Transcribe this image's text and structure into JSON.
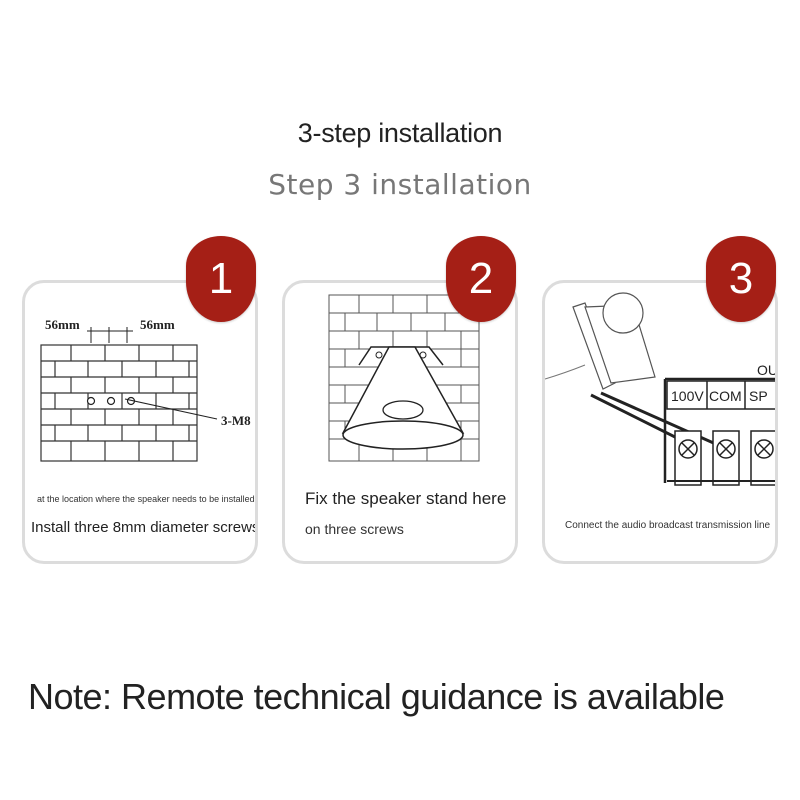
{
  "header": {
    "title": "3-step installation",
    "subtitle": "Step 3 installation"
  },
  "steps": [
    {
      "number": "1",
      "diagram": {
        "left_dim": "56mm",
        "right_dim": "56mm",
        "screw_label": "3-M8"
      },
      "caption_small": "at the location where the speaker needs to be installed",
      "caption": "Install three 8mm diameter screws"
    },
    {
      "number": "2",
      "caption": "Fix the speaker stand here",
      "caption_sub": "on three screws"
    },
    {
      "number": "3",
      "diagram": {
        "terminal_1": "100V",
        "terminal_2": "COM",
        "terminal_3": "SP",
        "header_partial": "OU"
      },
      "caption_small": "Connect the audio broadcast transmission line"
    }
  ],
  "footer": {
    "note": "Note: Remote technical guidance is available"
  },
  "colors": {
    "badge": "#a51f16",
    "card_border": "#dcdcdc",
    "subtitle": "#777777"
  }
}
